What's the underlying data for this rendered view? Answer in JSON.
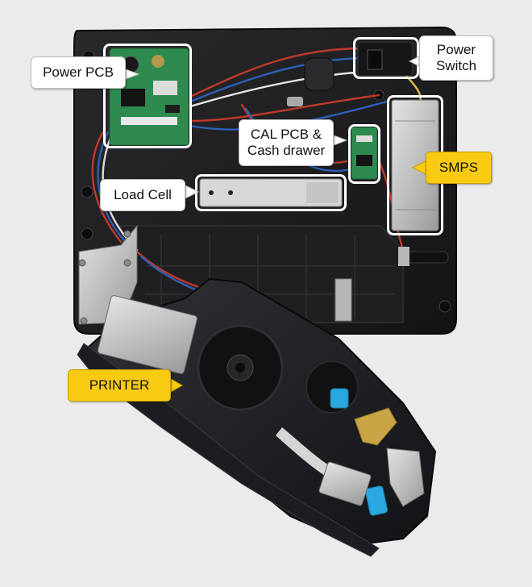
{
  "labels": {
    "power_pcb": "Power PCB",
    "power_switch_line1": "Power",
    "power_switch_line2": "Switch",
    "cal_pcb_line1": "CAL PCB &",
    "cal_pcb_line2": "Cash drawer",
    "smps": "SMPS",
    "load_cell": "Load Cell",
    "printer": "PRINTER"
  },
  "colors": {
    "background": "#ebebeb",
    "callout_white": "#ffffff",
    "callout_yellow": "#f8cb12",
    "highlight_border": "#ffffff",
    "housing": "#1c1c1e",
    "pcb_green": "#2f8a4f"
  }
}
